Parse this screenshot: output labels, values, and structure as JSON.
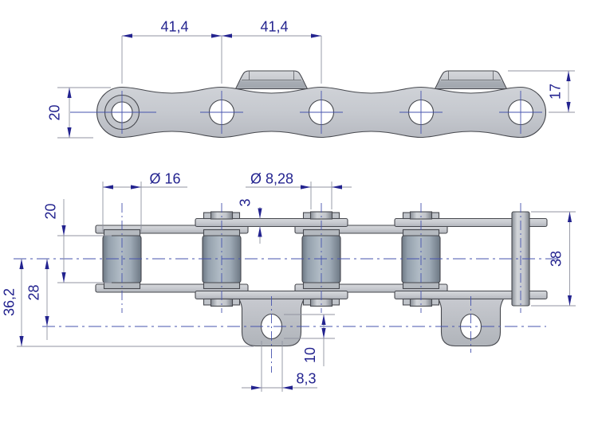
{
  "drawing": {
    "type": "technical-drawing",
    "subject": "roller chain with bent attachment links, two orthographic views",
    "colors": {
      "background": "#ffffff",
      "dimension_text": "#23238f",
      "dimension_arrows": "#23238f",
      "extension_lines": "#9093a0",
      "centerlines": "#4653ae",
      "part_outline": "#46484e",
      "part_fill": "#c8cbd1",
      "roller_fill": "#9fadba"
    },
    "side_view": {
      "dims": {
        "pitch_left": "41,4",
        "pitch_right": "41,4",
        "plate_height": "20",
        "attachment_height": "17"
      }
    },
    "plan_view": {
      "dims": {
        "roller_diameter": "Ø 16",
        "pin_diameter": "Ø 8,28",
        "plate_thickness": "3",
        "roller_width": "20",
        "attachment_hole_offset": "28",
        "attachment_depth": "36,2",
        "pin_length": "38",
        "attachment_hole_height": "10",
        "attachment_hole_width": "8,3"
      }
    }
  }
}
